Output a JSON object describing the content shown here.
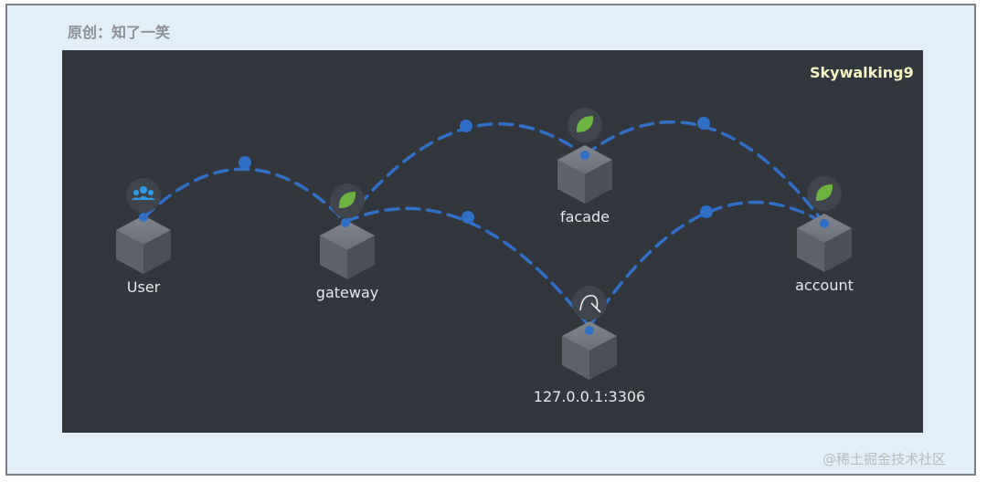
{
  "header": {
    "author": "原创：知了一笑"
  },
  "diagram": {
    "brand": "Skywalking9",
    "nodes": [
      {
        "id": "user",
        "label": "User",
        "icon": "users-icon"
      },
      {
        "id": "gateway",
        "label": "gateway",
        "icon": "spring-leaf-icon"
      },
      {
        "id": "facade",
        "label": "facade",
        "icon": "spring-leaf-icon"
      },
      {
        "id": "account",
        "label": "account",
        "icon": "spring-leaf-icon"
      },
      {
        "id": "mysql",
        "label": "127.0.0.1:3306",
        "icon": "mysql-dolphin-icon"
      }
    ],
    "edges": [
      {
        "from": "user",
        "to": "gateway"
      },
      {
        "from": "gateway",
        "to": "facade"
      },
      {
        "from": "gateway",
        "to": "mysql"
      },
      {
        "from": "facade",
        "to": "account"
      },
      {
        "from": "mysql",
        "to": "account"
      }
    ],
    "colors": {
      "background": "#32373e",
      "edge": "#2f6fc6",
      "cube": "#5a5f68",
      "spring": "#6db33f",
      "users": "#2e9be8"
    }
  },
  "watermark": "@稀土掘金技术社区"
}
